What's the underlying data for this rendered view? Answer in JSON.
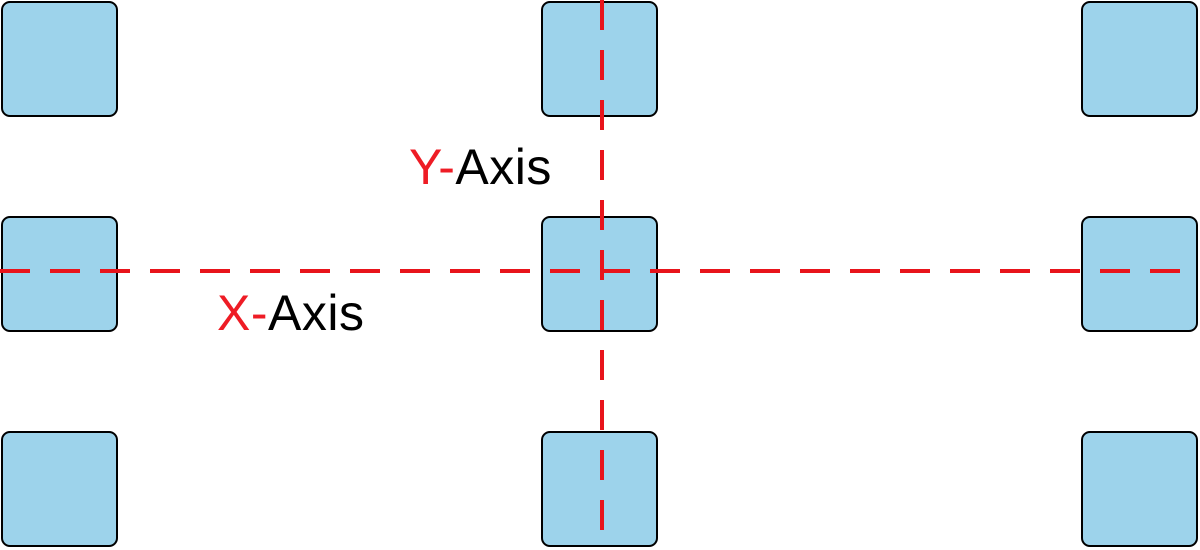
{
  "diagram": {
    "grid": {
      "rows": 3,
      "cols": 3
    },
    "colors": {
      "box_fill": "#9dd3eb",
      "box_border": "#000000",
      "axis_line": "#e8141b",
      "prefix_text": "#ee1c25",
      "word_text": "#000000"
    },
    "boxes": [
      {
        "row": 1,
        "col": 1
      },
      {
        "row": 1,
        "col": 2
      },
      {
        "row": 1,
        "col": 3
      },
      {
        "row": 2,
        "col": 1
      },
      {
        "row": 2,
        "col": 2
      },
      {
        "row": 2,
        "col": 3
      },
      {
        "row": 3,
        "col": 1
      },
      {
        "row": 3,
        "col": 2
      },
      {
        "row": 3,
        "col": 3
      }
    ],
    "x_axis": {
      "prefix": "X-",
      "word": "Axis",
      "line_style": "dashed"
    },
    "y_axis": {
      "prefix": "Y-",
      "word": "Axis",
      "line_style": "dashed"
    }
  }
}
